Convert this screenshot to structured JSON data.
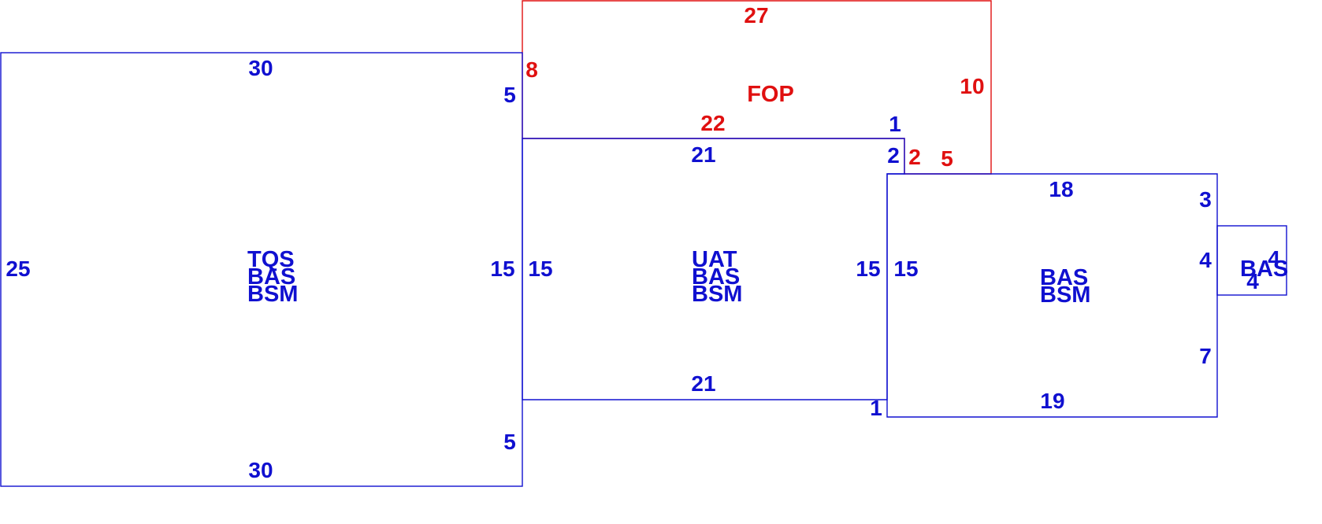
{
  "colors": {
    "living_area": "#1010d0",
    "porch": "#e01010"
  },
  "areas": {
    "tqs": {
      "codes": [
        "TQS",
        "BAS",
        "BSM"
      ],
      "dims": {
        "top": "30",
        "left": "25",
        "right_upper": "5",
        "right_middle": "15",
        "right_lower": "5",
        "bottom": "30"
      }
    },
    "uat": {
      "codes": [
        "UAT",
        "BAS",
        "BSM"
      ],
      "dims": {
        "top": "21",
        "left": "15",
        "right": "15",
        "bottom": "21",
        "notch_top": "1",
        "notch_side": "2",
        "step_bottom": "1"
      }
    },
    "bas_main": {
      "codes": [
        "BAS",
        "BSM"
      ],
      "dims": {
        "left": "15",
        "top": "18",
        "right_upper": "3",
        "right_middle": "4",
        "right_lower": "7",
        "bottom": "19"
      }
    },
    "bas_small": {
      "codes": [
        "BAS"
      ],
      "dims": {
        "right": "4",
        "bottom": "4"
      }
    },
    "fop": {
      "codes": [
        "FOP"
      ],
      "dims": {
        "top": "27",
        "left": "8",
        "right": "10",
        "bottom": "22",
        "step_side": "2",
        "step_bottom": "5"
      }
    }
  }
}
